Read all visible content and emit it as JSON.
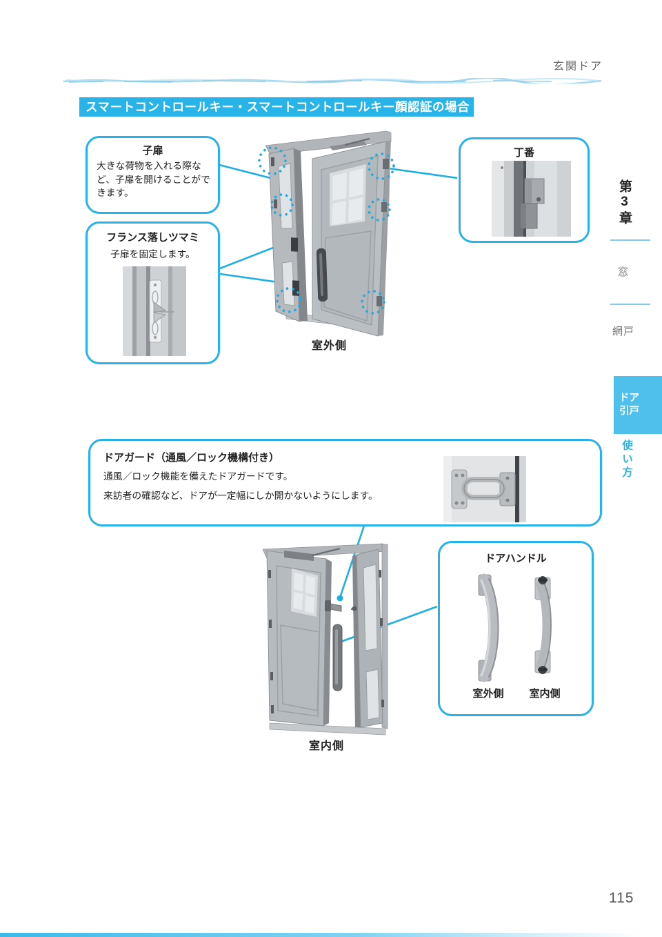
{
  "page": {
    "header_label": "玄関ドア",
    "section_title": "スマートコントロールキー・スマートコントロールキー顔認証の場合",
    "page_number": "115"
  },
  "callouts": {
    "child_door": {
      "title": "子扉",
      "body": "大きな荷物を入れる際など、子扉を開けることができます。"
    },
    "french_bolt": {
      "title": "フランス落しツマミ",
      "body": "子扉を固定します。"
    },
    "hinge": {
      "title": "丁番"
    },
    "door_guard": {
      "title": "ドアガード（通風／ロック機構付き）",
      "body_line1": "通風／ロック機能を備えたドアガードです。",
      "body_line2": "来訪者の確認など、ドアが一定幅にしか開かないようにします。"
    },
    "door_handle": {
      "title": "ドアハンドル",
      "label_outside": "室外側",
      "label_inside": "室内側"
    }
  },
  "diagrams": {
    "outside_label": "室外側",
    "inside_label": "室内側"
  },
  "sidebar": {
    "chapter": "第3章",
    "window": "窓",
    "screen_door": "網戸",
    "active_line1": "ドア",
    "active_line2": "引戸",
    "usage": "使い方"
  },
  "colors": {
    "accent": "#29b4e9",
    "sidebar_active_bg": "#4fc0ec",
    "leader_line": "#1daee4",
    "dotted_marker": "#25a9dd"
  }
}
